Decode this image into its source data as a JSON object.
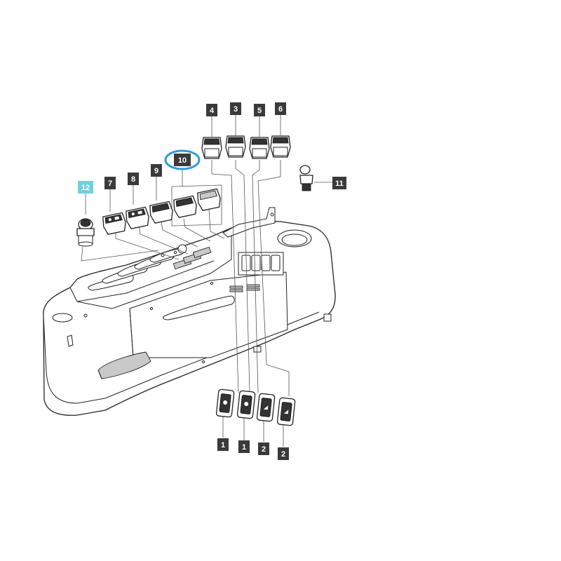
{
  "callouts": [
    {
      "id": "c4",
      "text": "4"
    },
    {
      "id": "c3",
      "text": "3"
    },
    {
      "id": "c5",
      "text": "5"
    },
    {
      "id": "c6",
      "text": "6"
    },
    {
      "id": "c10",
      "text": "10"
    },
    {
      "id": "c11",
      "text": "11"
    },
    {
      "id": "c12",
      "text": "12"
    },
    {
      "id": "c7",
      "text": "7"
    },
    {
      "id": "c8",
      "text": "8"
    },
    {
      "id": "c9",
      "text": "9"
    },
    {
      "id": "c1a",
      "text": "1"
    },
    {
      "id": "c1b",
      "text": "1"
    },
    {
      "id": "c2a",
      "text": "2"
    },
    {
      "id": "c2b",
      "text": "2"
    }
  ],
  "colors": {
    "label_bg": "#3a3a3a",
    "label_highlight_bg": "#6fd0dc",
    "selection_ring": "#2a9fd6"
  },
  "selected_callout": "10"
}
